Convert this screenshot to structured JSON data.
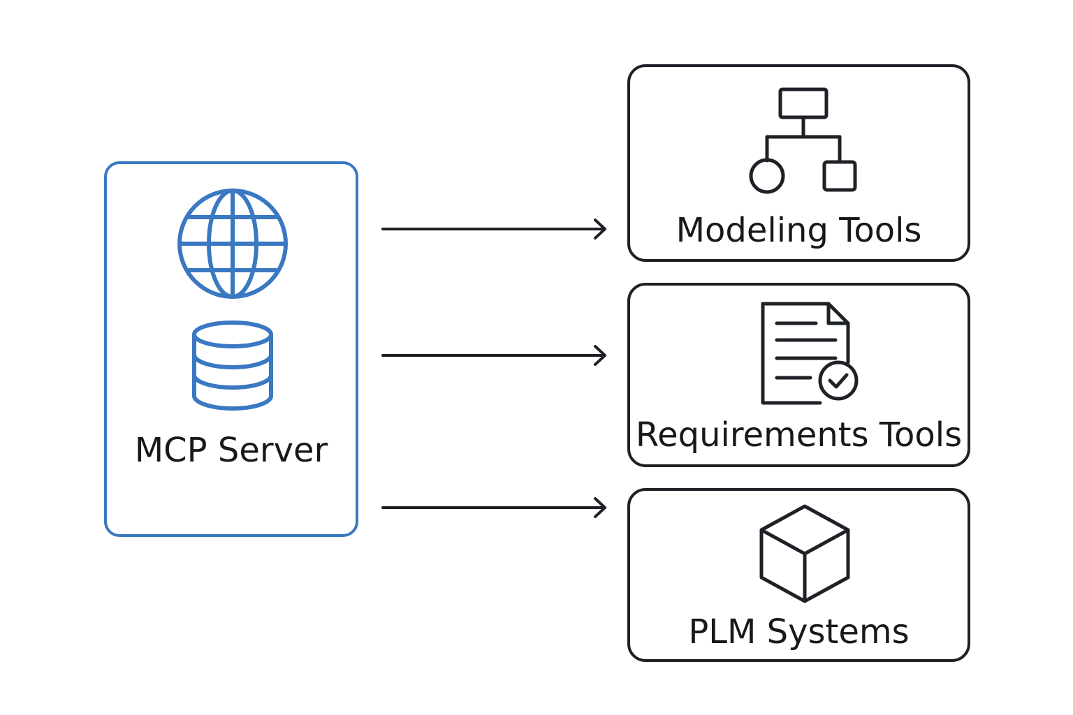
{
  "server": {
    "label": "MCP Server",
    "icons": [
      "globe-icon",
      "database-icon"
    ],
    "color": "#3a78c2"
  },
  "targets": [
    {
      "label": "Modeling Tools",
      "icon": "hierarchy-diagram-icon"
    },
    {
      "label": "Requirements Tools",
      "icon": "document-check-icon"
    },
    {
      "label": "PLM Systems",
      "icon": "cube-icon"
    }
  ],
  "colors": {
    "server_accent": "#3a78c2",
    "stroke": "#1e2126",
    "text": "#16181b"
  }
}
